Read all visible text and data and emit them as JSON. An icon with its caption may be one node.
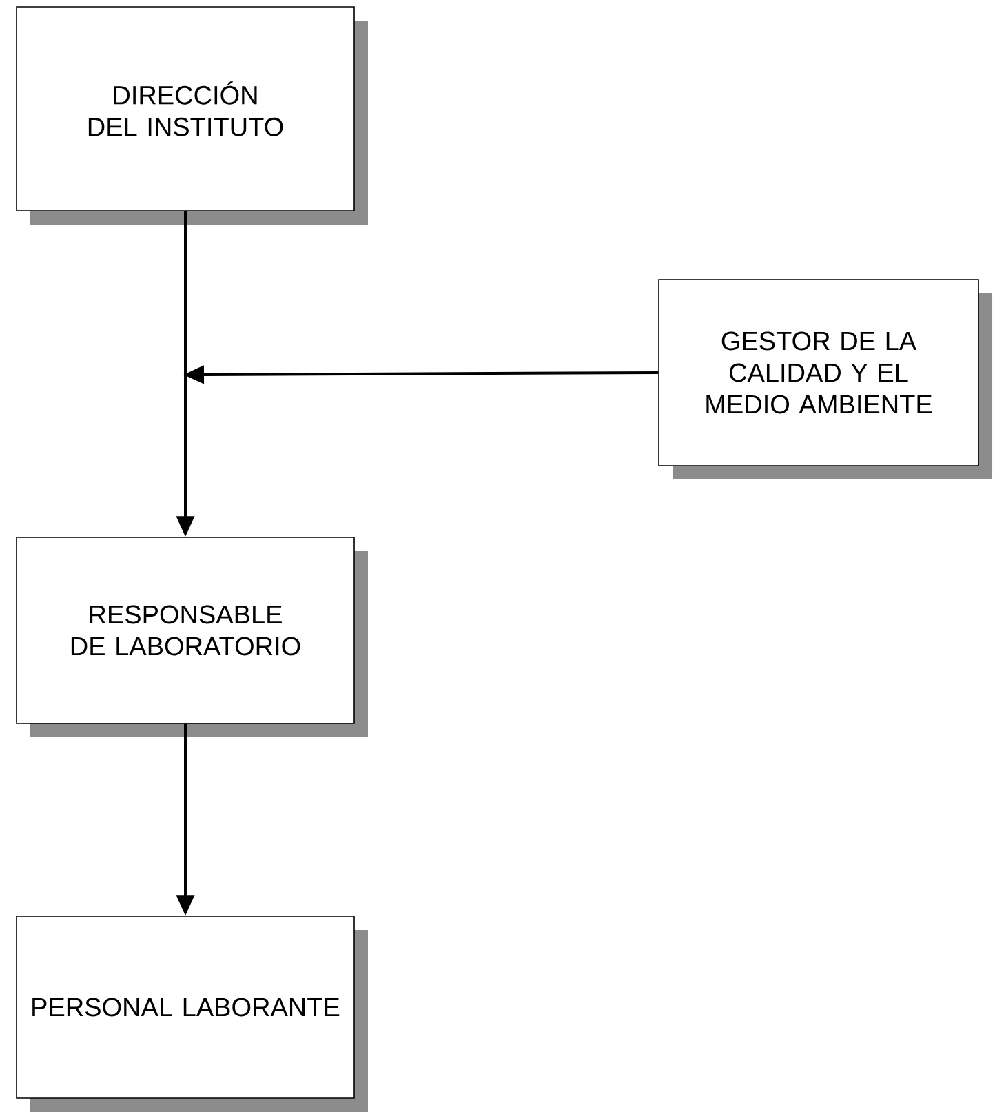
{
  "diagram": {
    "nodes": [
      {
        "text": [
          "DIRECCIÓN DEL INSTITUTO"
        ]
      },
      {
        "text": [
          "GESTOR DE LA CALIDAD Y EL MEDIO AMBIENTE"
        ]
      },
      {
        "text": [
          "RESPONSABLE DE LABORATORIO"
        ]
      },
      {
        "text": [
          "PERSONAL LABORANTE"
        ]
      }
    ],
    "edges": [
      {
        "from": 0,
        "to": 2,
        "arrow": "to"
      },
      {
        "from": 1,
        "to": null,
        "arrow": "to"
      },
      {
        "from": 2,
        "to": 3,
        "arrow": "to"
      }
    ]
  }
}
